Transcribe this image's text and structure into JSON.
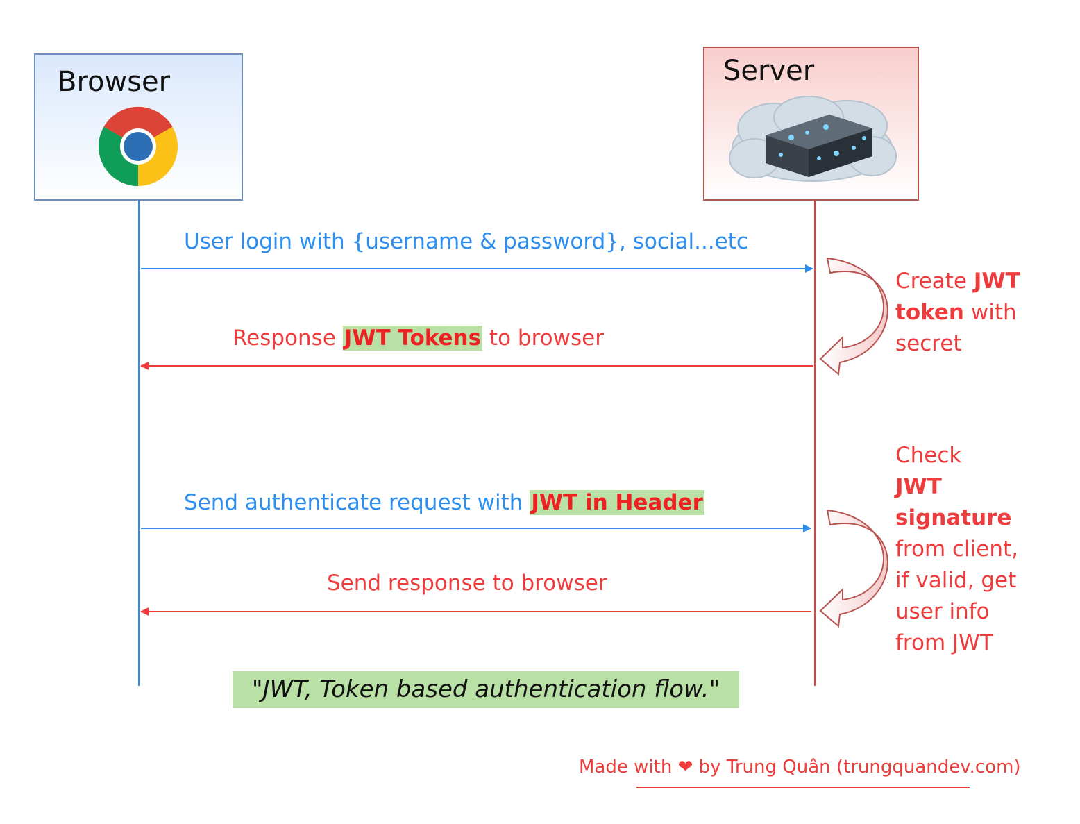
{
  "participants": {
    "browser": {
      "title": "Browser",
      "icon": "chrome-browser-icon"
    },
    "server": {
      "title": "Server",
      "icon": "cloud-server-icon"
    }
  },
  "messages": [
    {
      "parts": [
        {
          "text": "User login with {username & password}, social...etc",
          "highlight": false
        }
      ],
      "direction": "to-server",
      "color": "#2d8ef0"
    },
    {
      "parts": [
        {
          "text": "Response ",
          "highlight": false
        },
        {
          "text": "JWT Tokens",
          "highlight": true
        },
        {
          "text": " to browser",
          "highlight": false
        }
      ],
      "direction": "to-browser",
      "color": "#ee3b3b"
    },
    {
      "parts": [
        {
          "text": "Send authenticate request with ",
          "highlight": false
        },
        {
          "text": "JWT in Header",
          "highlight": true
        }
      ],
      "direction": "to-server",
      "color": "#2d8ef0"
    },
    {
      "parts": [
        {
          "text": "Send response to browser",
          "highlight": false
        }
      ],
      "direction": "to-browser",
      "color": "#ee3b3b"
    }
  ],
  "notes": [
    {
      "lines": [
        [
          {
            "text": "Create ",
            "bold": false
          },
          {
            "text": "JWT",
            "bold": true
          }
        ],
        [
          {
            "text": "token",
            "bold": true
          },
          {
            "text": " with",
            "bold": false
          }
        ],
        [
          {
            "text": "secret",
            "bold": false
          }
        ]
      ]
    },
    {
      "lines": [
        [
          {
            "text": "Check",
            "bold": false
          }
        ],
        [
          {
            "text": "JWT",
            "bold": true
          }
        ],
        [
          {
            "text": "signature",
            "bold": true
          }
        ],
        [
          {
            "text": "from client,",
            "bold": false
          }
        ],
        [
          {
            "text": "if valid, get",
            "bold": false
          }
        ],
        [
          {
            "text": "user info",
            "bold": false
          }
        ],
        [
          {
            "text": "from JWT",
            "bold": false
          }
        ]
      ]
    }
  ],
  "caption": "\"JWT, Token based authentication flow.\"",
  "credit": {
    "prefix": "Made with ",
    "heart": "❤",
    "suffix": " by Trung Quân (trungquandev.com)"
  },
  "colors": {
    "browser_border": "#6c8ebf",
    "browser_fill": "#dae8fc",
    "server_border": "#b85450",
    "server_fill": "#f8cecc",
    "request": "#2d8ef0",
    "response": "#ee3b3b",
    "highlight_bg": "#b9e0a5"
  }
}
